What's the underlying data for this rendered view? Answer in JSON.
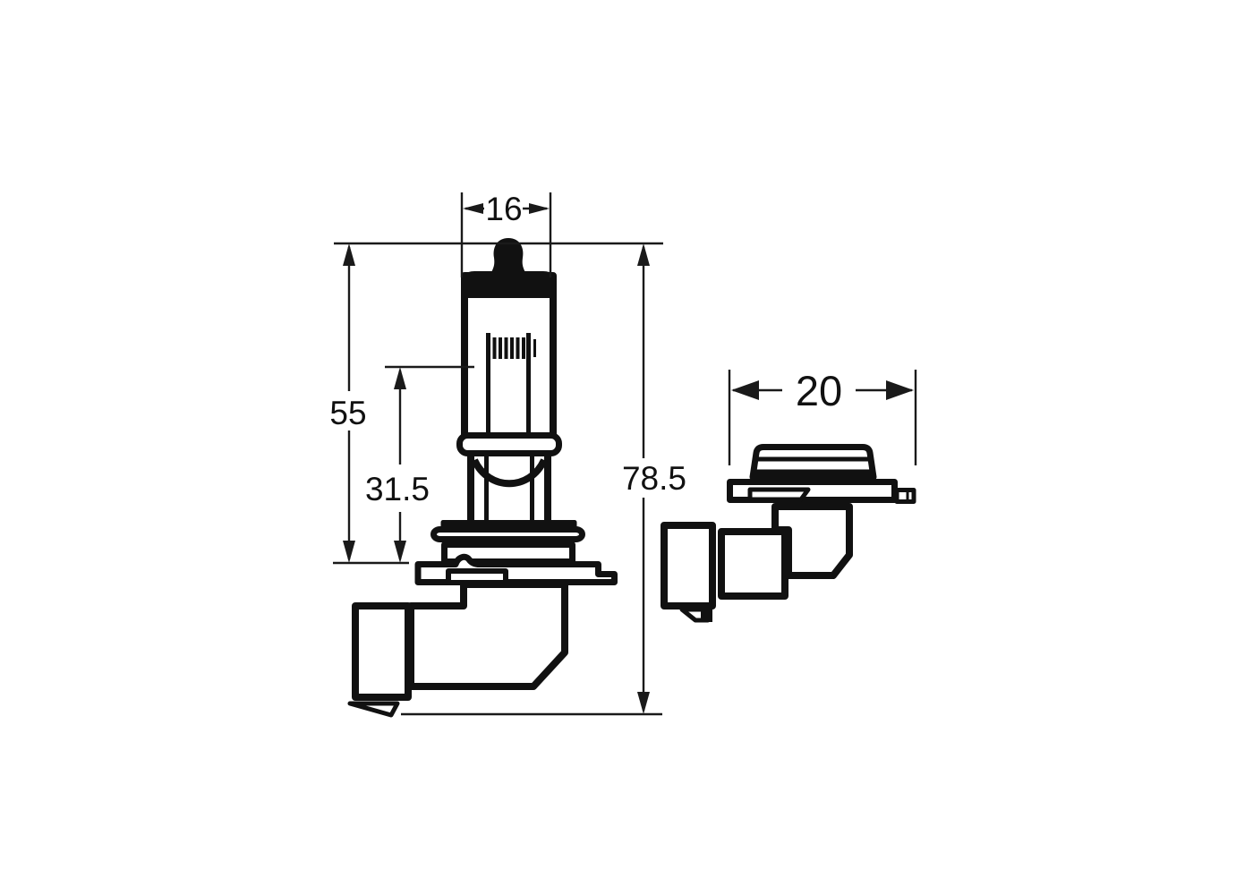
{
  "drawing": {
    "type": "technical-diagram",
    "subject": "halogen bulb dimensional drawing, front and side views",
    "background_color": "#ffffff",
    "line_color": "#111111",
    "dimensions": {
      "bulb_width": "16",
      "upper_height": "55",
      "lower_height": "31.5",
      "overall_height": "78.5",
      "base_width": "20"
    }
  }
}
